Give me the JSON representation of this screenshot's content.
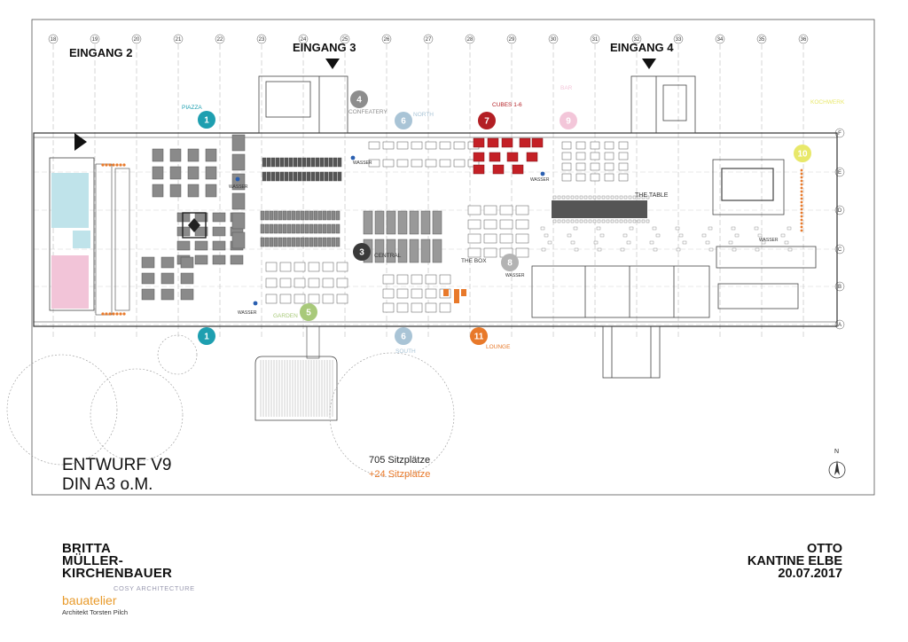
{
  "header": {
    "entrances": [
      "EINGANG 2",
      "EINGANG 3",
      "EINGANG 4"
    ]
  },
  "grid": {
    "columns": [
      "18",
      "19",
      "20",
      "21",
      "22",
      "23",
      "24",
      "25",
      "26",
      "27",
      "28",
      "29",
      "30",
      "31",
      "32",
      "33",
      "34",
      "35",
      "36"
    ],
    "rows": [
      "F",
      "E",
      "D",
      "C",
      "B",
      "A"
    ]
  },
  "zones": [
    {
      "id": "1",
      "label": "PIAZZA",
      "color": "#1e9fb0"
    },
    {
      "id": "1",
      "label": "",
      "color": "#1e9fb0"
    },
    {
      "id": "3",
      "label": "CENTRAL",
      "color": "#3a3a3a"
    },
    {
      "id": "4",
      "label": "CONFEATERY",
      "color": "#8d8d8d"
    },
    {
      "id": "5",
      "label": "GARDEN",
      "color": "#a8c97a"
    },
    {
      "id": "6",
      "label": "NORTH",
      "color": "#a9c4d6"
    },
    {
      "id": "6",
      "label": "SOUTH",
      "color": "#a9c4d6"
    },
    {
      "id": "7",
      "label": "CUBES 1-6",
      "color": "#b31f24"
    },
    {
      "id": "8",
      "label": "",
      "color": "#b3b3b3"
    },
    {
      "id": "9",
      "label": "BAR",
      "color": "#f3c6d9"
    },
    {
      "id": "10",
      "label": "KOCHWERK",
      "color": "#e8e86a"
    },
    {
      "id": "11",
      "label": "LOUNGE",
      "color": "#e8792a"
    }
  ],
  "plan_labels": {
    "the_table": "THE TABLE",
    "the_box": "THE BOX",
    "wasser": "WASSER"
  },
  "draft": {
    "title": "ENTWURF V9",
    "format": "DIN A3 o.M.",
    "seats": "705 Sitzplätze",
    "seats_extra": "+24 Sitzplätze",
    "north": "N"
  },
  "footer": {
    "firm_lines": [
      "BRITTA",
      "MÜLLER-",
      "KIRCHENBAUER"
    ],
    "firm_sub": "COSY ARCHITECTURE",
    "partner": "bauatelier",
    "partner_sub": "Architekt Torsten Pilch",
    "client_lines": [
      "OTTO",
      "KANTINE ELBE",
      "20.07.2017"
    ]
  },
  "colors": {
    "accent_orange": "#e8792a",
    "wc_blue": "#bfe3ea",
    "wc_pink": "#f2c4d8",
    "line": "#333333"
  }
}
